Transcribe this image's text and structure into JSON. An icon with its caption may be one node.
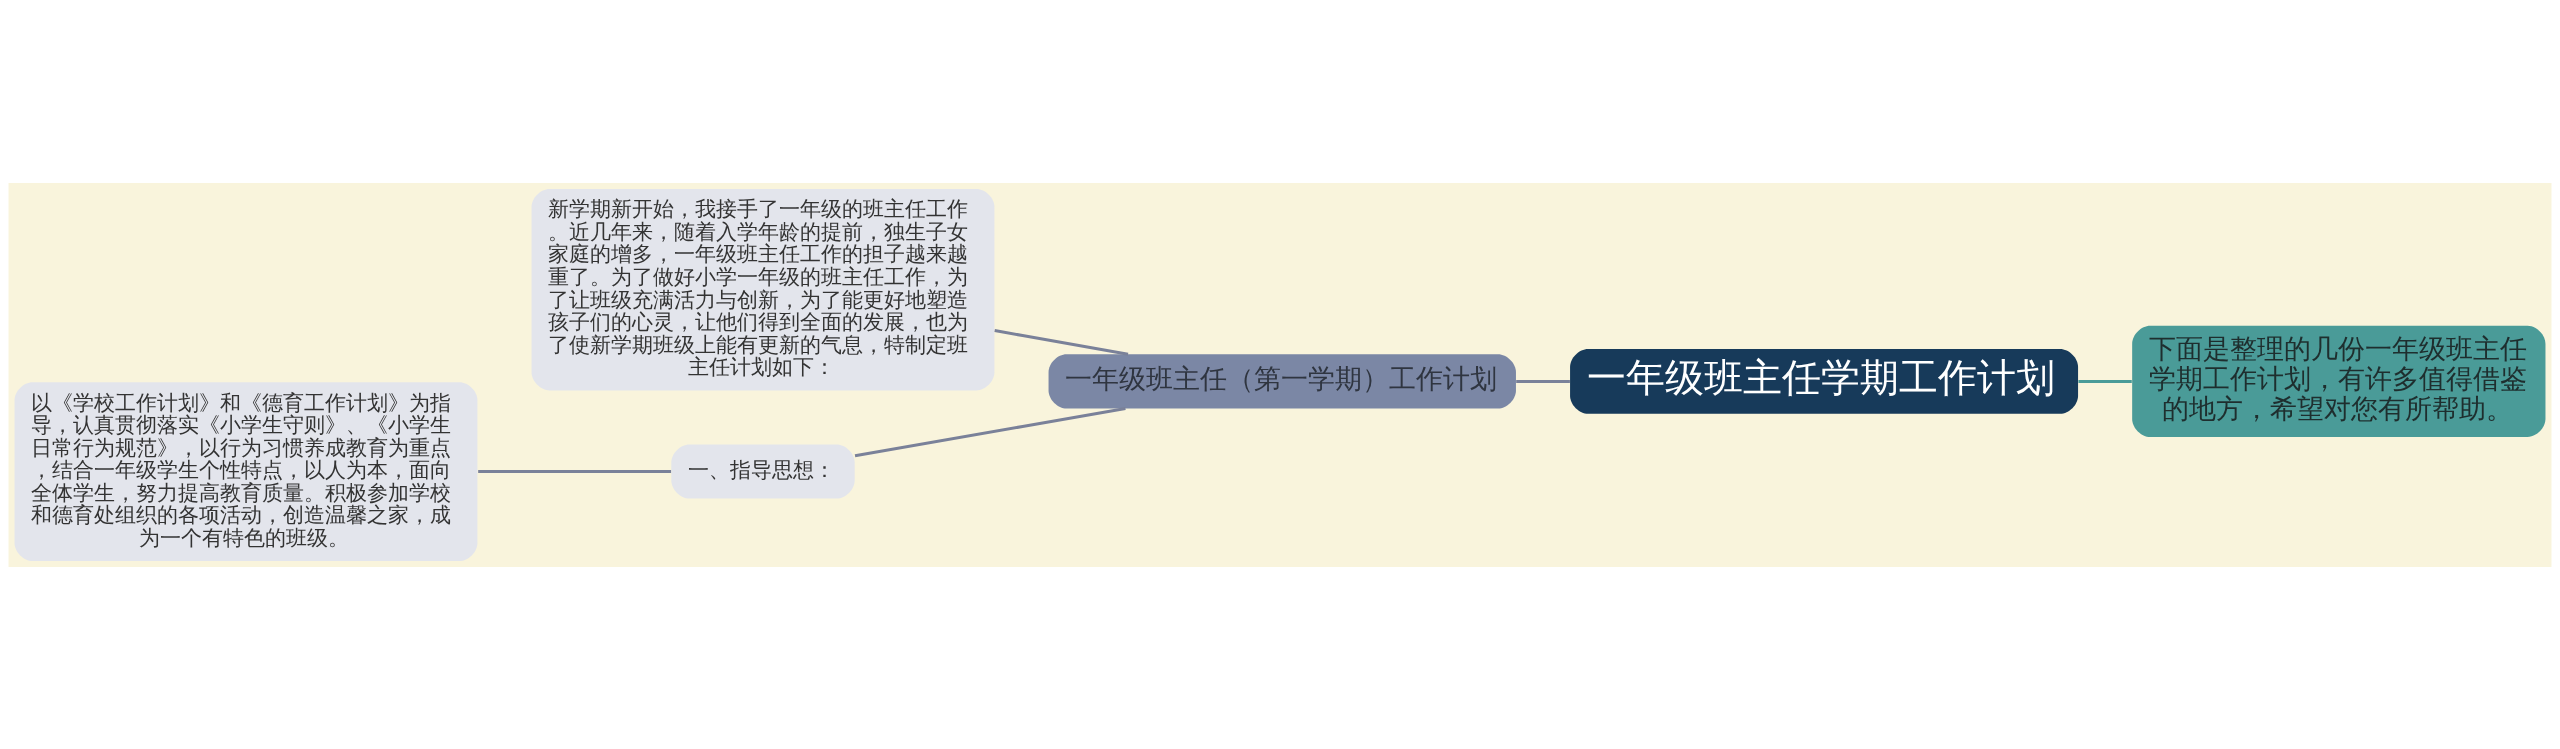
{
  "diagram": {
    "nodes": [
      {
        "text": [
          "一年级班主任学期工作计划"
        ]
      },
      {
        "text": [
          "一年级班主任（第一学期）工作计划"
        ]
      },
      {
        "text": [
          "新学期新开始，我接手了一年级的班主任工作。近几年来，随着入学年龄的提前，独生子女家庭的增多，一年级班主任工作的担子越来越重了。为了做好小学一年级的班主任工作，为了让班级充满活力与创新，为了能更好地塑造孩子们的心灵，让他们得到全面的发展，也为了使新学期班级上能有更新的气息，特制定班主任计划如下："
        ]
      },
      {
        "text": [
          "一、指导思想："
        ]
      },
      {
        "text": [
          "以《学校工作计划》和《德育工作计划》为指导，认真贯彻落实《小学生守则》、《小学生日常行为规范》，以行为习惯养成教育为重点，结合一年级学生个性特点，以人为本，面向全体学生，努力提高教育质量。积极参加学校和德育处组织的各项活动，创造温馨之家，成为一个有特色的班级。"
        ]
      },
      {
        "text": [
          "下面是整理的几份一年级班主任学期工作计划，有许多值得借鉴的地方，希望对您有所帮助。"
        ]
      }
    ],
    "edges": [
      {
        "from": 2,
        "to": 1,
        "arrow": "none"
      },
      {
        "from": 4,
        "to": 3,
        "arrow": "none"
      },
      {
        "from": 3,
        "to": 1,
        "arrow": "none"
      },
      {
        "from": 1,
        "to": 0,
        "arrow": "none"
      },
      {
        "from": 0,
        "to": 5,
        "arrow": "none",
        "color": "#4a9b98"
      }
    ]
  }
}
